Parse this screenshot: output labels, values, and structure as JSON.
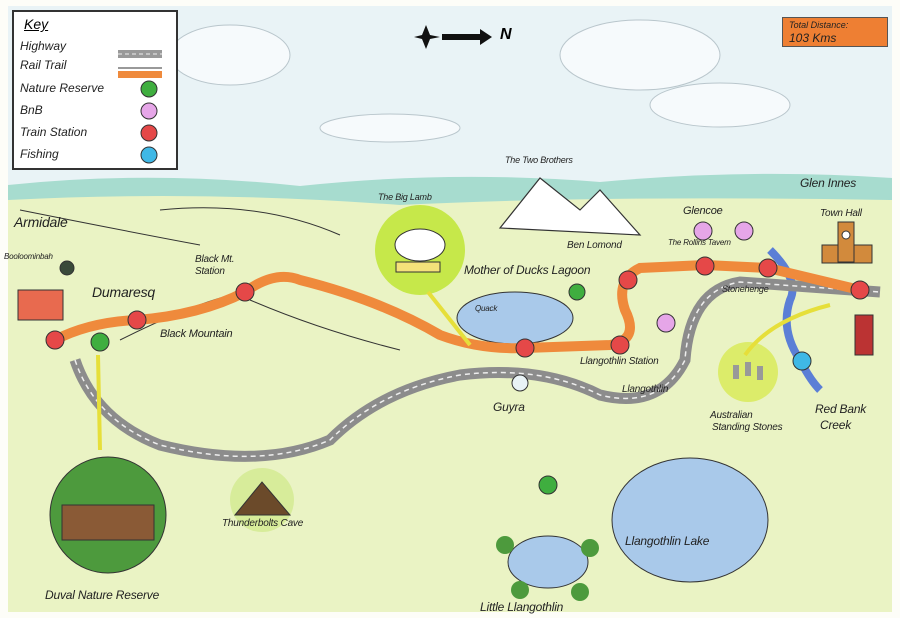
{
  "key": {
    "title": "Key",
    "items": [
      {
        "label": "Highway",
        "icon": "highway-line-icon"
      },
      {
        "label": "Rail Trail",
        "icon": "rail-trail-line-icon"
      },
      {
        "label": "Nature Reserve",
        "icon": "tree-icon",
        "color": "#3fae3f"
      },
      {
        "label": "BnB",
        "icon": "bed-icon",
        "color": "#e6a6e8"
      },
      {
        "label": "Train Station",
        "icon": "train-icon",
        "color": "#e54848"
      },
      {
        "label": "Fishing",
        "icon": "fish-icon",
        "color": "#3fb8e6"
      }
    ]
  },
  "compass": {
    "label": "N"
  },
  "total_distance": {
    "label": "Total Distance:",
    "value": "103 Kms"
  },
  "places": {
    "armidale": "Armidale",
    "booloominbah": "Booloominbah",
    "dumaresq": "Dumaresq",
    "black_mt_station_1": "Black Mt.",
    "black_mt_station_2": "Station",
    "black_mountain": "Black Mountain",
    "big_lamb": "The Big Lamb",
    "two_brothers": "The Two Brothers",
    "ben_lomond": "Ben Lomond",
    "mother_of_ducks": "Mother of Ducks Lagoon",
    "quack": "Quack",
    "glencoe": "Glencoe",
    "rollins_tavern": "The Rollins Tavern",
    "glen_innes": "Glen Innes",
    "town_hall": "Town Hall",
    "stonehenge": "Stonehenge",
    "llangothlin_station": "Llangothlin Station",
    "llangothlin": "Llangothlin",
    "guyra": "Guyra",
    "standing_stones_1": "Australian",
    "standing_stones_2": "Standing Stones",
    "red_bank_1": "Red Bank",
    "red_bank_2": "Creek",
    "thunderbolts_cave": "Thunderbolts Cave",
    "duval": "Duval Nature Reserve",
    "little_llangothlin": "Little Llangothlin",
    "llangothlin_lake": "Llangothlin Lake"
  },
  "colors": {
    "rail": "#ef8a3c",
    "highway": "#8c8c8c",
    "land": "#e7f2c0",
    "sky": "#e8f3f8",
    "hills": "#9fd9cf",
    "water": "#a9c9ea"
  }
}
